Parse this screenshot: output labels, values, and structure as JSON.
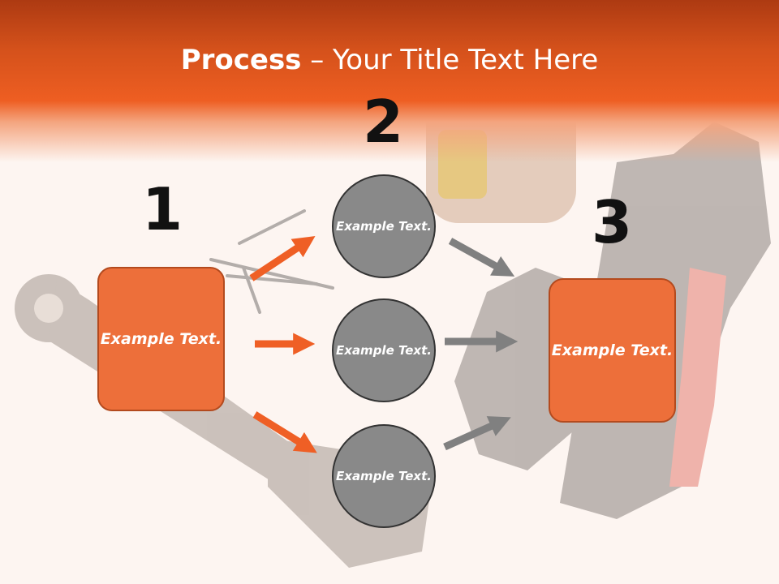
{
  "title": {
    "bold": "Process",
    "rest": " – Your Title Text Here"
  },
  "steps": [
    {
      "number": "1",
      "text": "Example Text."
    },
    {
      "number": "2",
      "items": [
        "Example Text.",
        "Example Text.",
        "Example Text."
      ]
    },
    {
      "number": "3",
      "text": "Example Text."
    }
  ],
  "colors": {
    "header": "#ee5e22",
    "box_fill": "#ed6f3a",
    "circle_fill": "#898989",
    "orange_arrow": "#ef5f25",
    "gray_arrow": "#808080"
  },
  "background_image": "tools-icon"
}
